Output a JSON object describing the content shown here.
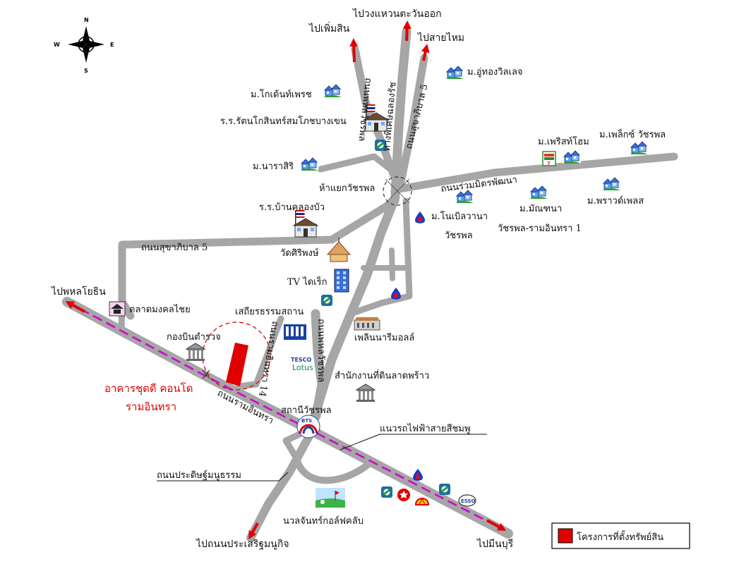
{
  "compass": {
    "n": "N",
    "s": "S",
    "e": "E",
    "w": "W"
  },
  "directions": {
    "phoem_sin": "ไปเพิ่มสิน",
    "wong_waen": "ไปวงแหวนตะวันออก",
    "sai_mai": "ไปสายไหม",
    "phahon": "ไปพหลโยธิน",
    "min_buri": "ไปมีนบุรี",
    "seri_thai": "ไปถนนประเสริฐมนูกิจ"
  },
  "roads": {
    "ruam_mit": "ถนนร่วมมิตรพัฒนา",
    "sukhapiban5_west": "ถนนสุขาภิบาล 5",
    "sukhapiban5_north": "ถนนสุขาภิบาล 5",
    "phahon_watcharaphon": "ถนนพหลวัชรพล",
    "expressway": "ทางพิเศษฉลองรัช",
    "ram_intra": "ถนนรามอินทรา",
    "wat_road": "ถนนพหลวัชรพล",
    "soi": "ถนนรามอินทรา 14",
    "pradit": "ถนนประดิษฐ์มนูธรรม",
    "pink_line": "แนวรถไฟฟ้าสายสีชมพู"
  },
  "places": {
    "golden_pet": "ม.โกเด้นท์เพรช",
    "school_ratana": "ร.ร.รัตนโกสินทร์สมโภชบางเขน",
    "narasiri": "ม.นาราสิริ",
    "u_thong": "ม.อู่ทองวิลเลจ",
    "pleasant_home": "ม.เพริสท์โฮม",
    "place_watcharaphon": "ม.เพล็กซ์ วัชรพล",
    "watcharaphon_junction": "ห้าแยกวัชรพล",
    "school_khlong_bua": "ร.ร.บ้านคลองบัว",
    "noble": "ม.โนเบิลวานา",
    "noble2": "วัชรพล",
    "manthana": "ม.มัณฑนา",
    "manthana2": "วัชรพล-รามอินทรา 1",
    "private_place": "ม.พราวด์เพลส",
    "wat_siri": "วัดศิริพงษ์",
    "tv_direct": "TV ไดเร็ก",
    "sathian": "เสถียรธรรมสถาน",
    "talat": "ตลาดมงคลไชย",
    "kong_bin": "กองบินตำรวจ",
    "fashion_mall": "เพลินนารีมอลล์",
    "tesco1": "TESCO",
    "tesco2": "Lotus",
    "land_office": "สำนักงานที่ดินลาดพร้าว",
    "station": "สถานีวัชรพล",
    "nawa_golf": "นวลจันทร์กอล์ฟคลับ",
    "project1": "อาคารชุดดี คอนโด",
    "project2": "รามอินทรา",
    "esso": "ESSO",
    "btsc": "BTS"
  },
  "legend": {
    "label": "โครงการที่ตั้งทรัพย์สิน",
    "color": "#e00000"
  },
  "colors": {
    "road": "#a6a6a6",
    "pink_line": "#d400d4",
    "project": "#e00000",
    "arrow": "#e00000"
  },
  "icon_names": [
    "village-icon",
    "school-icon",
    "temple-icon",
    "building-icon",
    "gas-station-icon",
    "market-icon",
    "golf-icon",
    "seven-eleven-icon",
    "shell-icon",
    "caltex-icon",
    "esso-icon",
    "ptt-icon",
    "bts-icon",
    "compass-icon"
  ]
}
